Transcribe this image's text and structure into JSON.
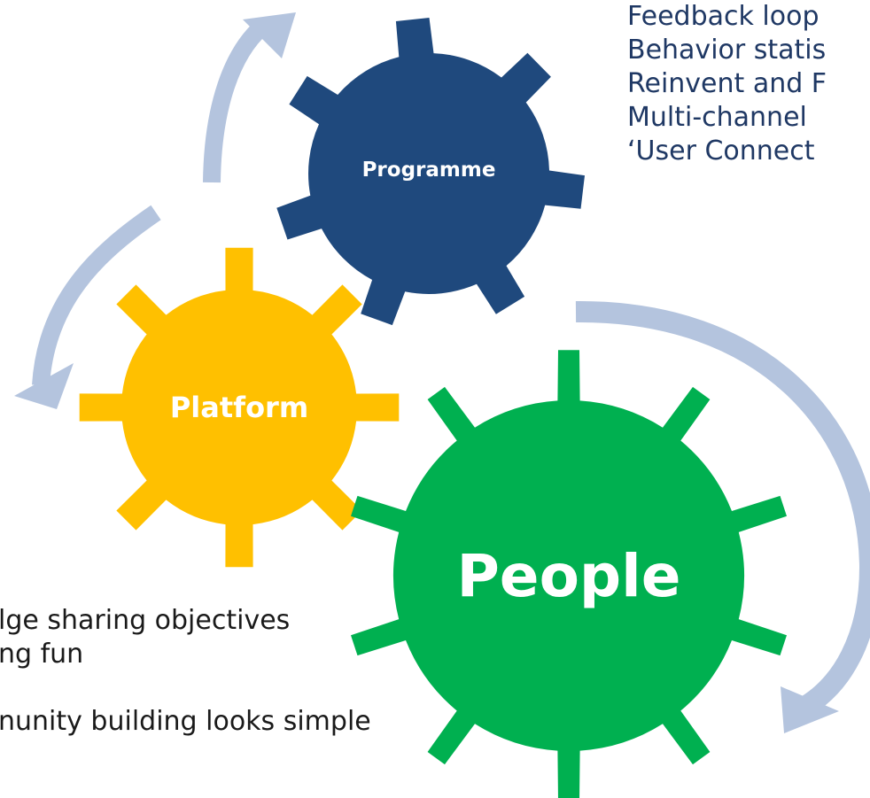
{
  "gears": {
    "programme": {
      "label": "Programme",
      "color": "#1f497d"
    },
    "platform": {
      "label": "Platform",
      "color": "#ffc000"
    },
    "people": {
      "label": "People",
      "color": "#00b050"
    }
  },
  "arrow_color": "#b4c4de",
  "top_notes": [
    "Feedback loop",
    "Behavior statis",
    "Reinvent and F",
    "Multi-channel",
    "‘User Connect"
  ],
  "bottom_notes": [
    "lge sharing objectives",
    "ng fun",
    "",
    "nunity building looks simple"
  ]
}
